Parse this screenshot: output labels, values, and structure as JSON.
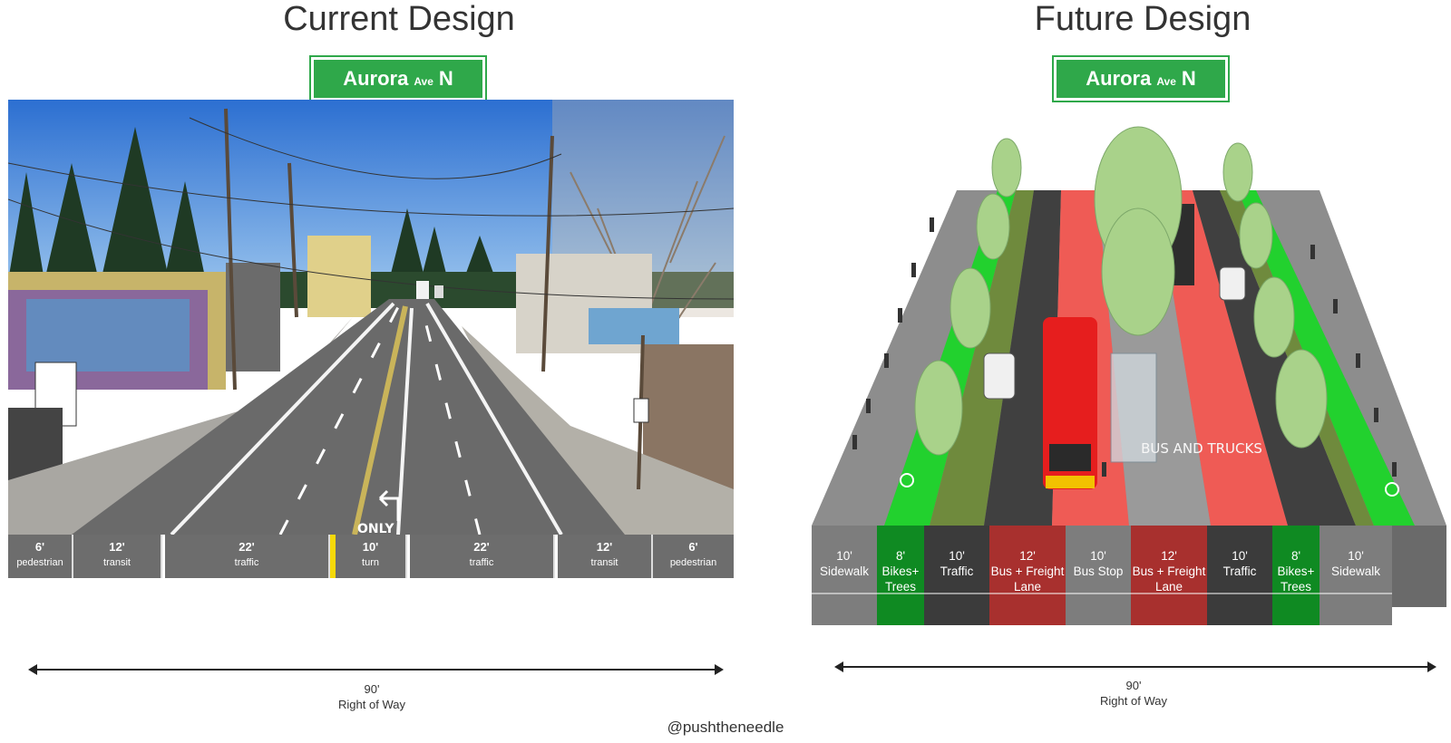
{
  "current": {
    "title": "Current Design",
    "sign": {
      "name": "Aurora",
      "ave": "Ave",
      "dir": "N"
    },
    "lanes": [
      {
        "width": "6'",
        "name": "pedestrian"
      },
      {
        "width": "12'",
        "name": "transit"
      },
      {
        "width": "22'",
        "name": "traffic"
      },
      {
        "width": "10'",
        "name": "turn"
      },
      {
        "width": "22'",
        "name": "traffic"
      },
      {
        "width": "12'",
        "name": "transit"
      },
      {
        "width": "6'",
        "name": "pedestrian"
      }
    ],
    "road_markings": {
      "only": "ONLY"
    },
    "row": {
      "width": "90'",
      "label": "Right of Way"
    }
  },
  "future": {
    "title": "Future Design",
    "sign": {
      "name": "Aurora",
      "ave": "Ave",
      "dir": "N"
    },
    "lanes": [
      {
        "width": "10'",
        "name": "Sidewalk",
        "color": "#7d7d7d"
      },
      {
        "width": "8'",
        "name": "Bikes+ Trees",
        "color": "#0f8a22"
      },
      {
        "width": "10'",
        "name": "Traffic",
        "color": "#3b3b3b"
      },
      {
        "width": "12'",
        "name": "Bus + Freight Lane",
        "color": "#a8302e"
      },
      {
        "width": "10'",
        "name": "Bus Stop",
        "color": "#7d7d7d"
      },
      {
        "width": "12'",
        "name": "Bus + Freight Lane",
        "color": "#a8302e"
      },
      {
        "width": "10'",
        "name": "Traffic",
        "color": "#3b3b3b"
      },
      {
        "width": "8'",
        "name": "Bikes+ Trees",
        "color": "#0f8a22"
      },
      {
        "width": "10'",
        "name": "Sidewalk",
        "color": "#7d7d7d"
      }
    ],
    "lane_text": "BUS AND TRUCKS",
    "row": {
      "width": "90'",
      "label": "Right of Way"
    }
  },
  "credit": "@pushtheneedle",
  "colors": {
    "sign_green": "#2fa84a",
    "bus_red": "#e03a2f",
    "bike_green": "#22d12e"
  }
}
